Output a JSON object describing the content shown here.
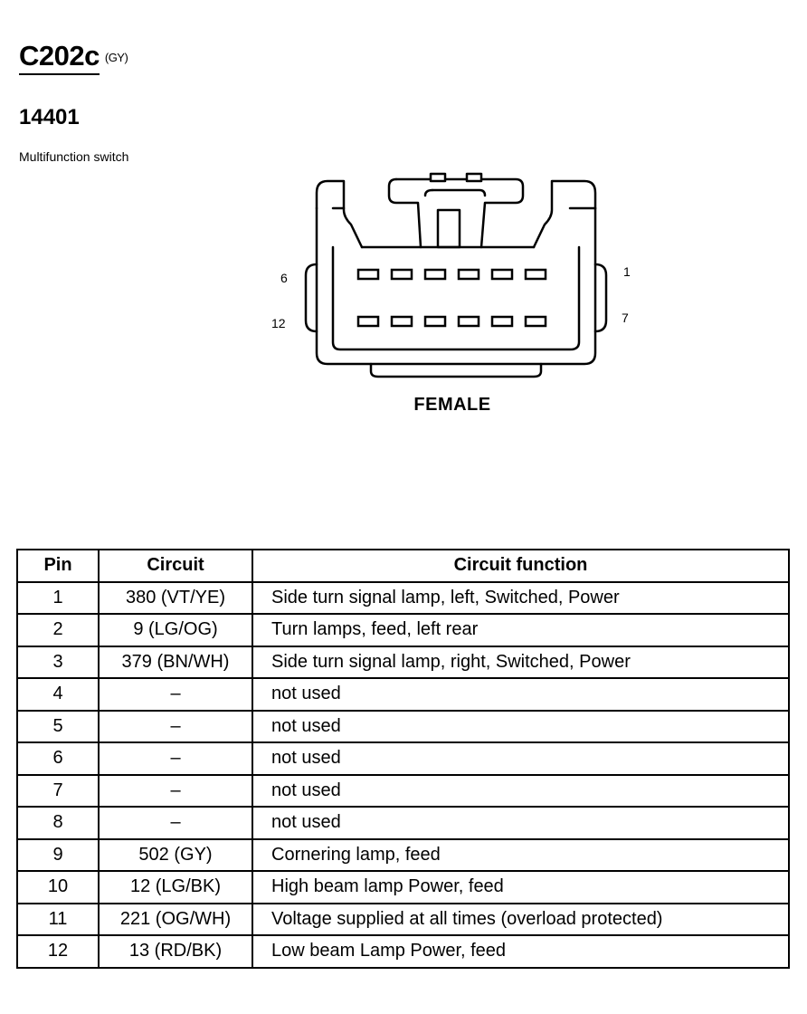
{
  "connector": {
    "id": "C202c",
    "color_code": "(GY)",
    "part_number": "14401",
    "component": "Multifunction switch",
    "gender": "FEMALE",
    "pin_labels": {
      "top_left": "6",
      "top_right": "1",
      "bottom_left": "12",
      "bottom_right": "7"
    }
  },
  "table": {
    "headers": {
      "pin": "Pin",
      "circuit": "Circuit",
      "function": "Circuit function"
    },
    "rows": [
      {
        "pin": "1",
        "circuit": "380 (VT/YE)",
        "function": "Side turn signal lamp, left, Switched, Power"
      },
      {
        "pin": "2",
        "circuit": "9 (LG/OG)",
        "function": "Turn lamps, feed, left rear"
      },
      {
        "pin": "3",
        "circuit": "379 (BN/WH)",
        "function": "Side turn signal lamp, right, Switched, Power"
      },
      {
        "pin": "4",
        "circuit": "–",
        "function": "not used"
      },
      {
        "pin": "5",
        "circuit": "–",
        "function": "not used"
      },
      {
        "pin": "6",
        "circuit": "–",
        "function": "not used"
      },
      {
        "pin": "7",
        "circuit": "–",
        "function": "not used"
      },
      {
        "pin": "8",
        "circuit": "–",
        "function": "not used"
      },
      {
        "pin": "9",
        "circuit": "502 (GY)",
        "function": "Cornering lamp, feed"
      },
      {
        "pin": "10",
        "circuit": "12 (LG/BK)",
        "function": "High beam lamp Power, feed"
      },
      {
        "pin": "11",
        "circuit": "221 (OG/WH)",
        "function": "Voltage supplied at all times (overload protected)"
      },
      {
        "pin": "12",
        "circuit": "13 (RD/BK)",
        "function": "Low beam Lamp Power, feed"
      }
    ]
  }
}
